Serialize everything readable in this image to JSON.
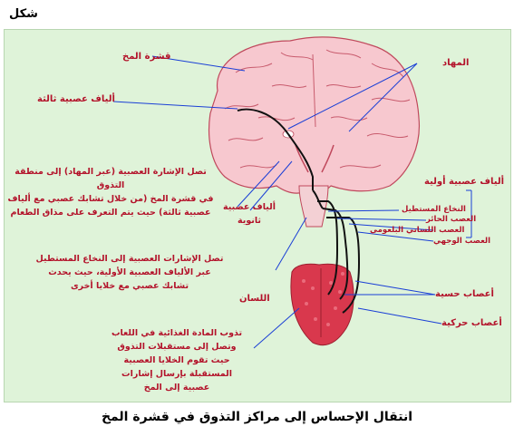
{
  "header": {
    "figure_word": "شكل"
  },
  "labels": {
    "cortex": "قشرة المخ",
    "thalamus": "المهاد",
    "tertiary_fibers": "ألياف عصبية ثالثة",
    "primary_fibers": "ألياف عصبية أولية",
    "secondary_fibers_1": "ألياف عصبية",
    "secondary_fibers_2": "ثانوية",
    "medulla": "النخاع المستطيل",
    "facial_nerve": "العصب الحائر",
    "glossopharyngeal": "العصب اللساني البلعومي",
    "vagus": "العصب الوجهي",
    "sensory_nerves": "أعصاب حسية",
    "motor_nerves": "أعصاب حركية",
    "tongue": "اللسان"
  },
  "texts": {
    "para1": [
      "تصل الإشارة العصبية (عبر المهاد) إلى منطقة التذوق",
      "في قشرة المخ (من خلال تشابك عصبي مع ألياف",
      "عصبية ثالثة) حيث يتم التعرف على مذاق الطعام"
    ],
    "para2": [
      "تصل الإشارات العصبية إلى النخاع المستطيل",
      "عبر الألياف العصبية الأولية، حيث يحدث",
      "تشابك عصبي مع خلايا أخرى"
    ],
    "para3": [
      "تذوب المادة الغذائية في اللعاب",
      "وتصل إلى مستقبلات التذوق",
      "حيث تقوم الخلايا العصبية",
      "المستقبلة بإرسال إشارات",
      "عصبية إلى المخ"
    ]
  },
  "caption": "انتقال الإحساس إلى مراكز التذوق في قشرة المخ",
  "colors": {
    "panel_bg": "#dff3d9",
    "brain_fill": "#f7c8cf",
    "brain_fold": "#c0485c",
    "tongue_fill": "#d9384d",
    "label_red": "#b3122a",
    "pointer_blue": "#1a3fd6",
    "nerve_black": "#111111"
  }
}
